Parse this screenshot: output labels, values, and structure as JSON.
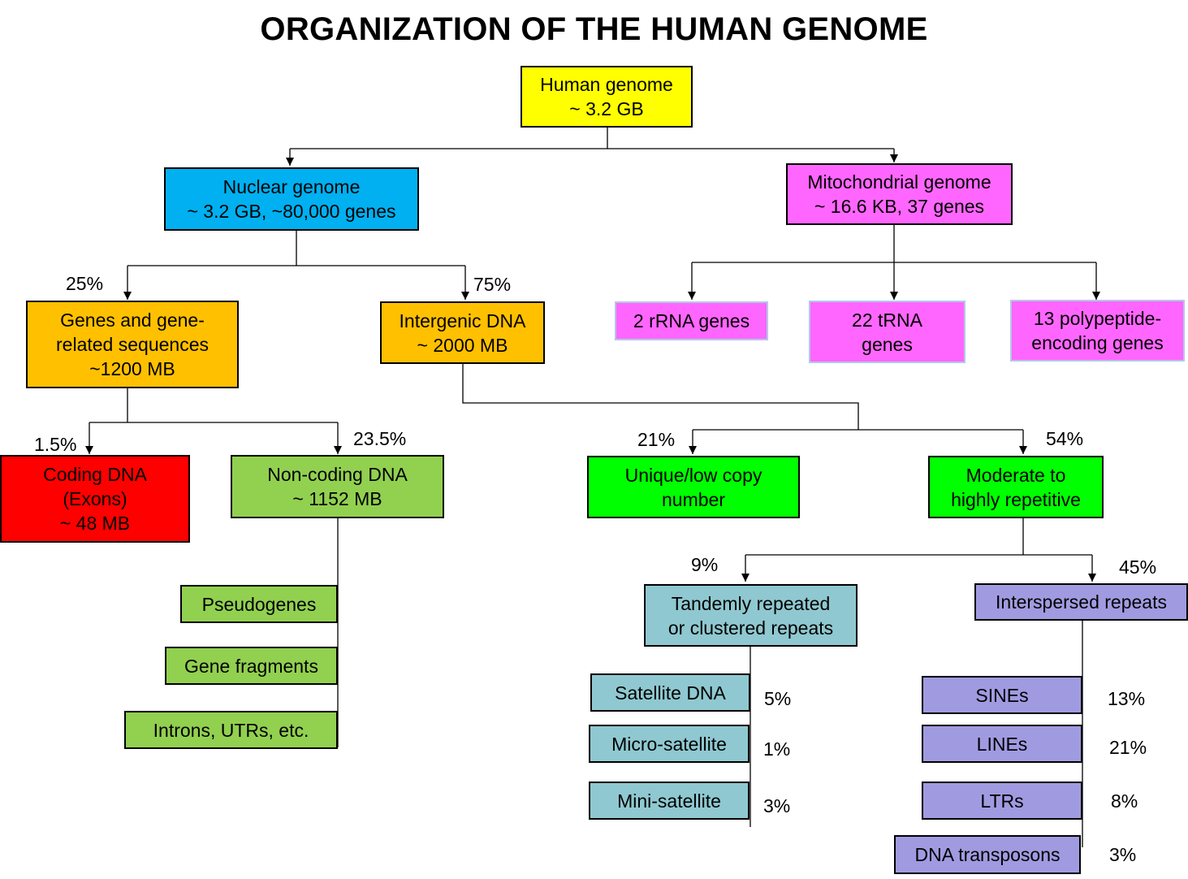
{
  "title": "ORGANIZATION OF THE HUMAN GENOME",
  "colors": {
    "yellow": "#ffff00",
    "blue": "#00b0f0",
    "magenta": "#ff66ff",
    "orange": "#ffc000",
    "red": "#ff0000",
    "olive_green": "#92d050",
    "bright_green": "#00ff00",
    "teal": "#8fc8d0",
    "lavender": "#a09be0"
  },
  "nodes": {
    "human_genome": "Human genome\n~ 3.2 GB",
    "nuclear_genome": "Nuclear genome\n~ 3.2 GB, ~80,000 genes",
    "mitochondrial_genome": "Mitochondrial genome\n~ 16.6 KB, 37 genes",
    "rrna_genes": "2 rRNA genes",
    "trna_genes": "22 tRNA\ngenes",
    "polypeptide_genes": "13 polypeptide-\nencoding genes",
    "genes_related": "Genes and gene-\nrelated sequences\n~1200 MB",
    "intergenic_dna": "Intergenic DNA\n~ 2000 MB",
    "coding_dna": "Coding DNA\n(Exons)\n~ 48 MB",
    "noncoding_dna": "Non-coding DNA\n~ 1152 MB",
    "pseudogenes": "Pseudogenes",
    "gene_fragments": "Gene fragments",
    "introns_utrs": "Introns, UTRs, etc.",
    "unique_low_copy": "Unique/low copy\nnumber",
    "repetitive": "Moderate to\nhighly repetitive",
    "tandem_repeats": "Tandemly repeated\nor clustered repeats",
    "interspersed_repeats": "Interspersed repeats",
    "satellite_dna": "Satellite DNA",
    "micro_satellite": "Micro-satellite",
    "mini_satellite": "Mini-satellite",
    "sines": "SINEs",
    "lines": "LINEs",
    "ltrs": "LTRs",
    "dna_transposons": "DNA transposons"
  },
  "percentages": {
    "genes_related": "25%",
    "intergenic": "75%",
    "coding": "1.5%",
    "noncoding": "23.5%",
    "unique": "21%",
    "repetitive": "54%",
    "tandem": "9%",
    "interspersed": "45%",
    "satellite": "5%",
    "micro": "1%",
    "mini": "3%",
    "sines": "13%",
    "lines": "21%",
    "ltrs": "8%",
    "transposons": "3%"
  }
}
